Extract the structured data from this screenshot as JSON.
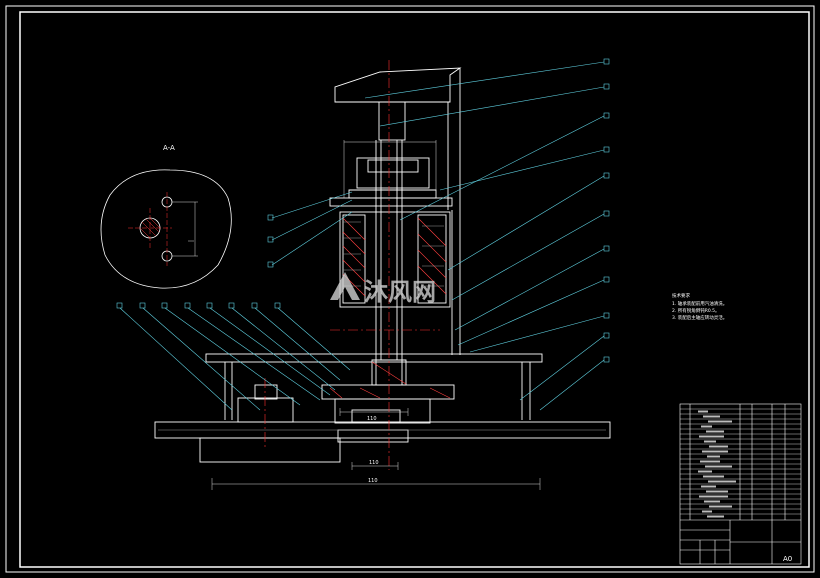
{
  "section_label": "A-A",
  "watermark_text": "沐风网",
  "notes": [
    "技术要求",
    "1. 轴承装配前用汽油清洗。",
    "2. 所有锐角倒钝R0.5。",
    "3. 装配后主轴应转动灵活。"
  ],
  "dims": [
    "110",
    "110",
    "110"
  ],
  "sheet_size": "A0",
  "colors": {
    "background": "#000000",
    "outline": "#ffffff",
    "leader": "#5fd0e0",
    "centerline": "#ff3030",
    "hatch": "#ff4040",
    "dim": "#d8d8d8"
  }
}
